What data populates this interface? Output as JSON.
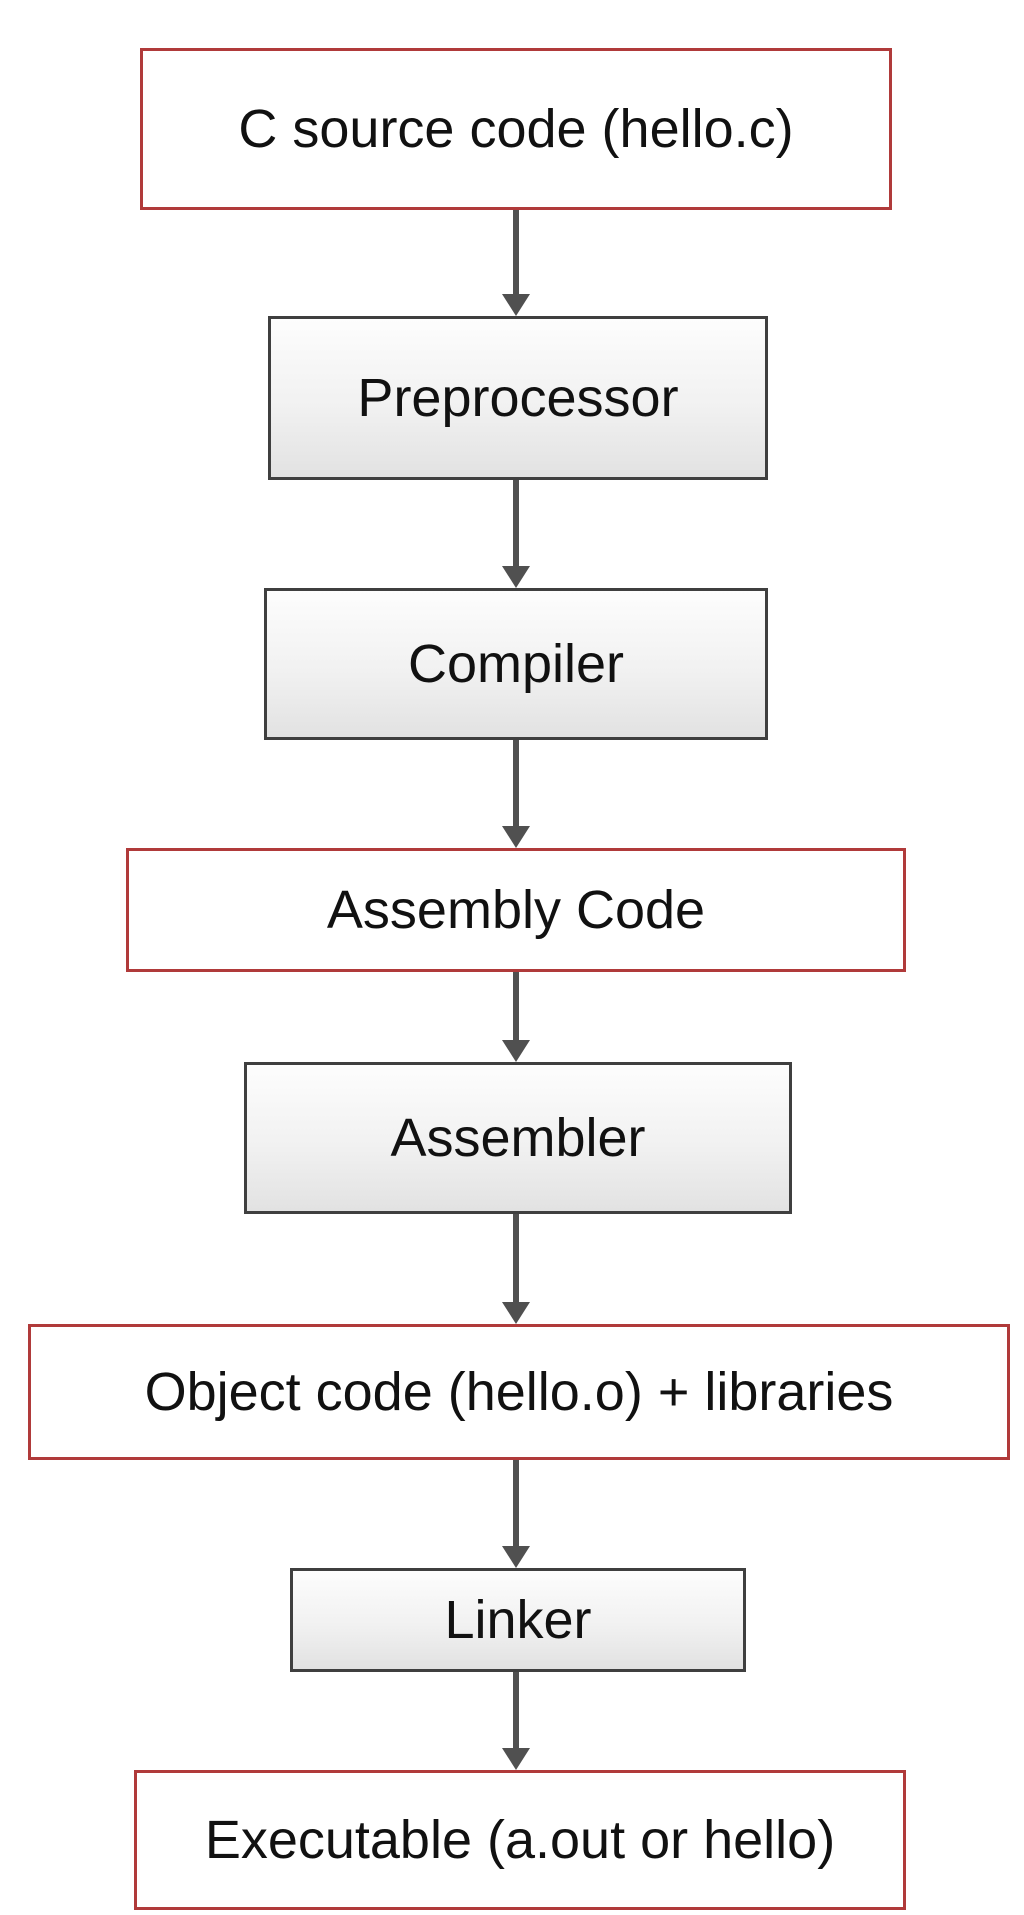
{
  "diagram": {
    "nodes": [
      {
        "id": "c-source",
        "label": "C source code (hello.c)",
        "kind": "artifact"
      },
      {
        "id": "preprocessor",
        "label": "Preprocessor",
        "kind": "process"
      },
      {
        "id": "compiler",
        "label": "Compiler",
        "kind": "process"
      },
      {
        "id": "assembly-code",
        "label": "Assembly Code",
        "kind": "artifact"
      },
      {
        "id": "assembler",
        "label": "Assembler",
        "kind": "process"
      },
      {
        "id": "object-code",
        "label": "Object code (hello.o) + libraries",
        "kind": "artifact"
      },
      {
        "id": "linker",
        "label": "Linker",
        "kind": "process"
      },
      {
        "id": "executable",
        "label": "Executable (a.out or hello)",
        "kind": "artifact"
      }
    ],
    "edges": [
      {
        "from": "c-source",
        "to": "preprocessor"
      },
      {
        "from": "preprocessor",
        "to": "compiler"
      },
      {
        "from": "compiler",
        "to": "assembly-code"
      },
      {
        "from": "assembly-code",
        "to": "assembler"
      },
      {
        "from": "assembler",
        "to": "object-code"
      },
      {
        "from": "object-code",
        "to": "linker"
      },
      {
        "from": "linker",
        "to": "executable"
      }
    ],
    "colors": {
      "artifact_border": "#b03a3a",
      "process_border": "#3f3f3f",
      "arrow": "#505050",
      "text": "#111111",
      "background": "#ffffff"
    }
  }
}
